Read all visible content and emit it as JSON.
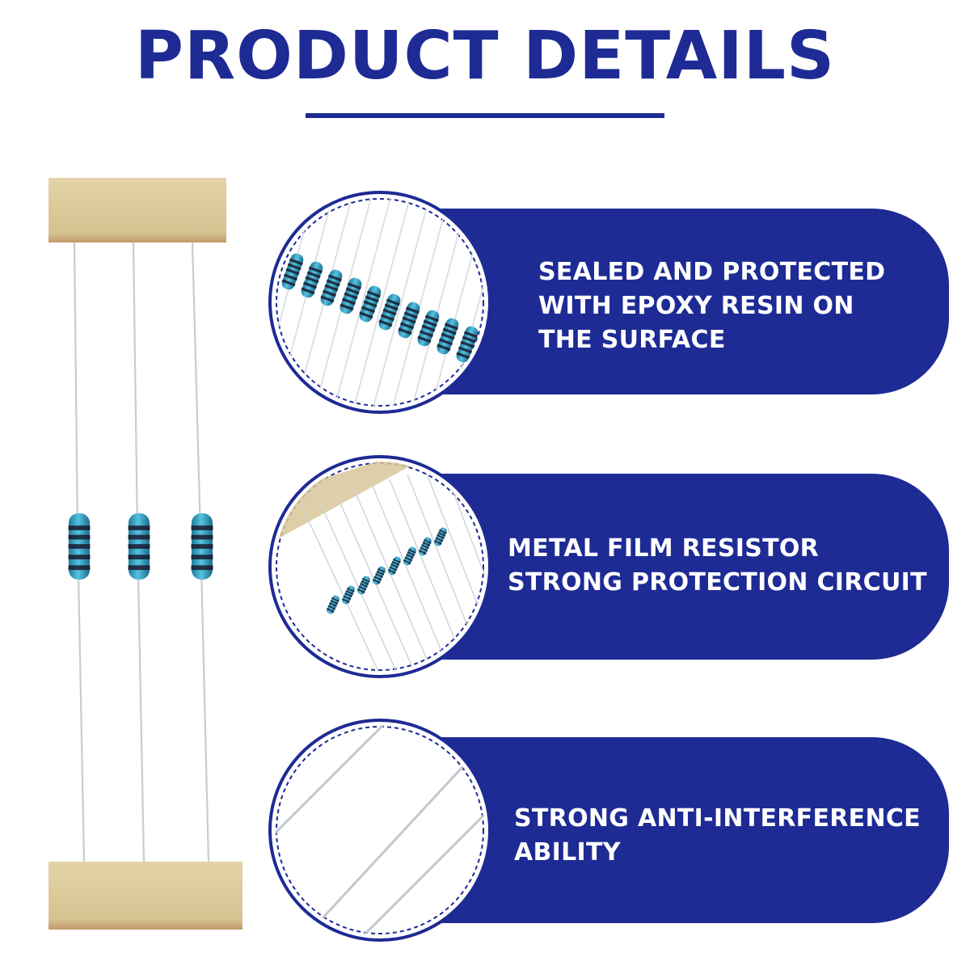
{
  "header": {
    "title": "PRODUCT DETAILS"
  },
  "colors": {
    "brand_blue": "#1e2b94",
    "tape": "#d9c79a",
    "resistor_body": "#3aa0c2",
    "band": "#1a1a2e"
  },
  "features": [
    {
      "text": "SEALED AND PROTECTED\nWITH EPOXY RESIN ON\nTHE SURFACE",
      "image": "resistor-row-closeup"
    },
    {
      "text": "METAL FILM RESISTOR\nSTRONG PROTECTION CIRCUIT",
      "image": "taped-resistors-closeup"
    },
    {
      "text": "STRONG ANTI-INTERFERENCE\nABILITY",
      "image": "lead-wires-closeup"
    }
  ]
}
